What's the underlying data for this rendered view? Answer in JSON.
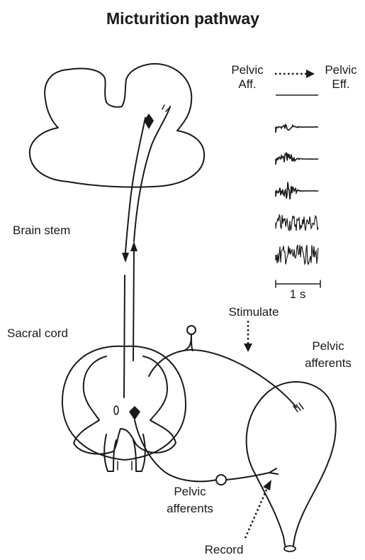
{
  "title": "Micturition pathway",
  "labels": {
    "brain_stem": "Brain stem",
    "sacral_cord": "Sacral cord",
    "stimulate": "Stimulate",
    "pelvic_afferents_top_1": "Pelvic",
    "pelvic_afferents_top_2": "afferents",
    "pelvic_afferents_bottom_1": "Pelvic",
    "pelvic_afferents_bottom_2": "afferents",
    "record": "Record"
  },
  "traces": {
    "left_header_1": "Pelvic",
    "left_header_2": "Aff.",
    "right_header_1": "Pelvic",
    "right_header_2": "Eff.",
    "scale_bar_label": "1 s",
    "trace_count": 6,
    "activity_levels": [
      0,
      0.15,
      0.3,
      0.45,
      0.85,
      1.0
    ]
  },
  "colors": {
    "ink": "#1a1a1a",
    "background": "#ffffff"
  }
}
